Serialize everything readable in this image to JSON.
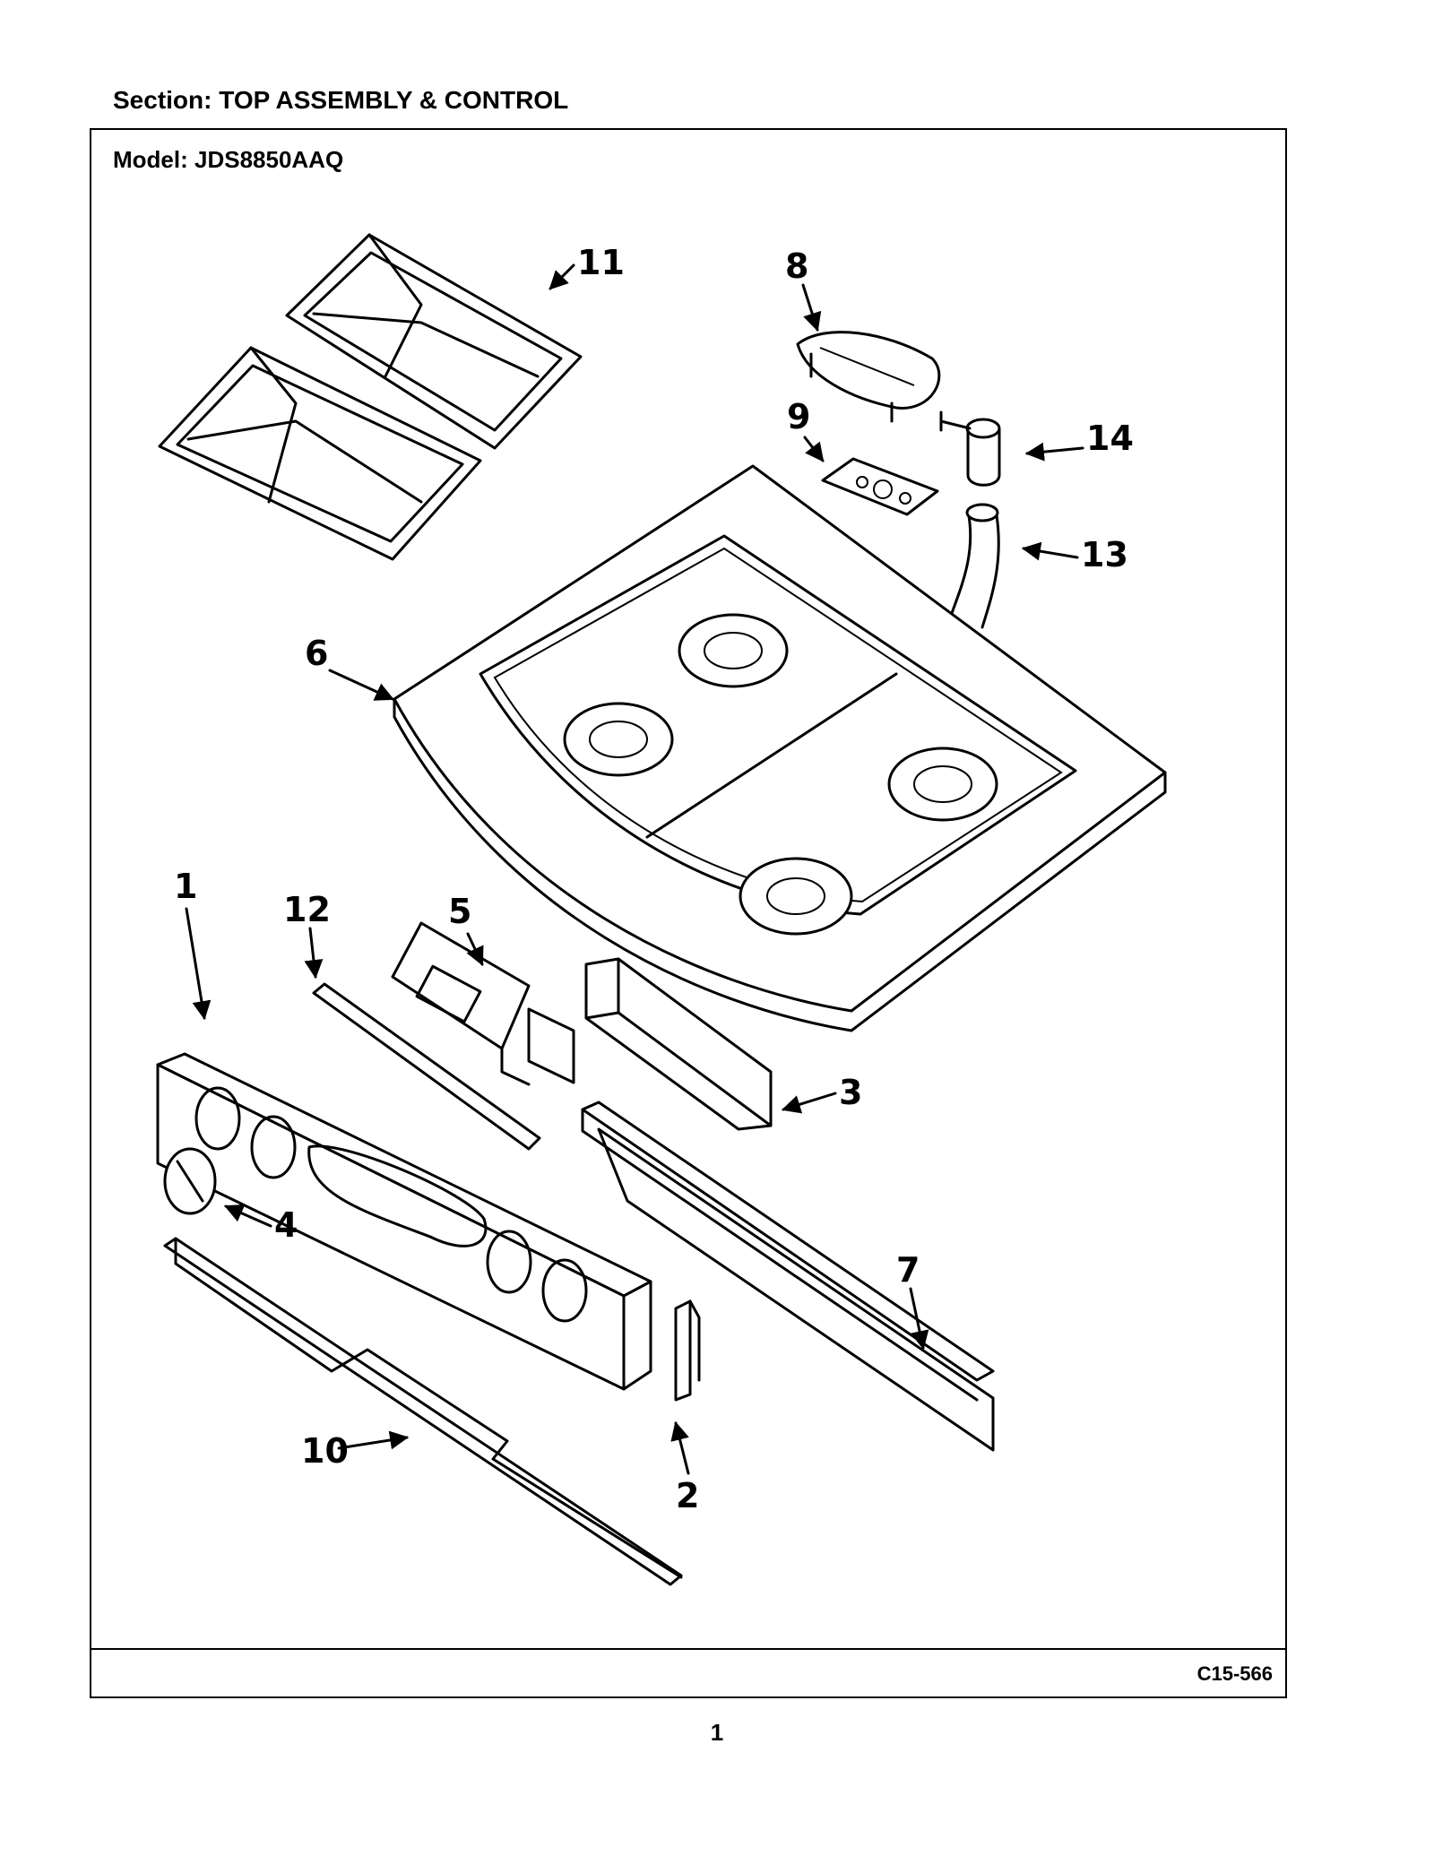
{
  "header": {
    "section": "Section:  TOP ASSEMBLY & CONTROL"
  },
  "frame": {
    "model": "Model:  JDS8850AAQ",
    "diagram_code": "C15-566"
  },
  "footer": {
    "page_number": "1"
  },
  "diagram": {
    "callouts": [
      {
        "number": "1",
        "part": "control-panel"
      },
      {
        "number": "2",
        "part": "bracket"
      },
      {
        "number": "3",
        "part": "housing"
      },
      {
        "number": "4",
        "part": "knob"
      },
      {
        "number": "5",
        "part": "clock-module"
      },
      {
        "number": "6",
        "part": "cooktop"
      },
      {
        "number": "7",
        "part": "rear-rail"
      },
      {
        "number": "8",
        "part": "nameplate"
      },
      {
        "number": "9",
        "part": "plate"
      },
      {
        "number": "10",
        "part": "front-trim"
      },
      {
        "number": "11",
        "part": "grates"
      },
      {
        "number": "12",
        "part": "trim-strip"
      },
      {
        "number": "13",
        "part": "tube"
      },
      {
        "number": "14",
        "part": "valve"
      }
    ]
  }
}
